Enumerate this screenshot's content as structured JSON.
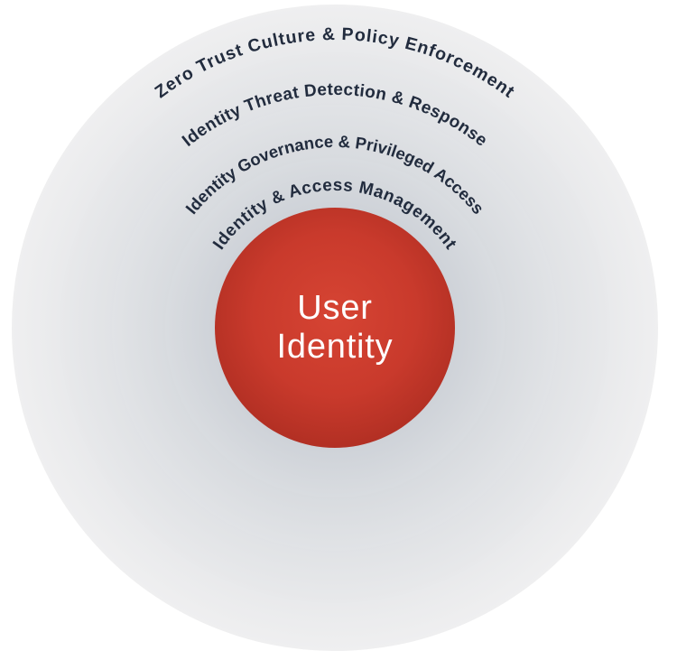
{
  "diagram": {
    "background": "#ffffff",
    "label_color": "#222c3e",
    "rings": [
      {
        "label": "Zero Trust Culture & Policy Enforcement",
        "color_inner": "#e8e9eb",
        "color_outer": "#efeff0"
      },
      {
        "label": "Identity Threat Detection & Response",
        "color_inner": "#e0e2e5",
        "color_outer": "#e8e9eb"
      },
      {
        "label": "Identity Governance & Privileged Access",
        "color_inner": "#d8dbdf",
        "color_outer": "#e1e3e6"
      },
      {
        "label": "Identity & Access Management",
        "color_inner": "#ced2d8",
        "color_outer": "#d9dce0"
      }
    ],
    "center": {
      "line1": "User",
      "line2": "Identity",
      "text_color": "#ffffff",
      "gradient_center": "#d64433",
      "gradient_mid": "#c93a2c",
      "gradient_edge": "#b12f23"
    }
  }
}
